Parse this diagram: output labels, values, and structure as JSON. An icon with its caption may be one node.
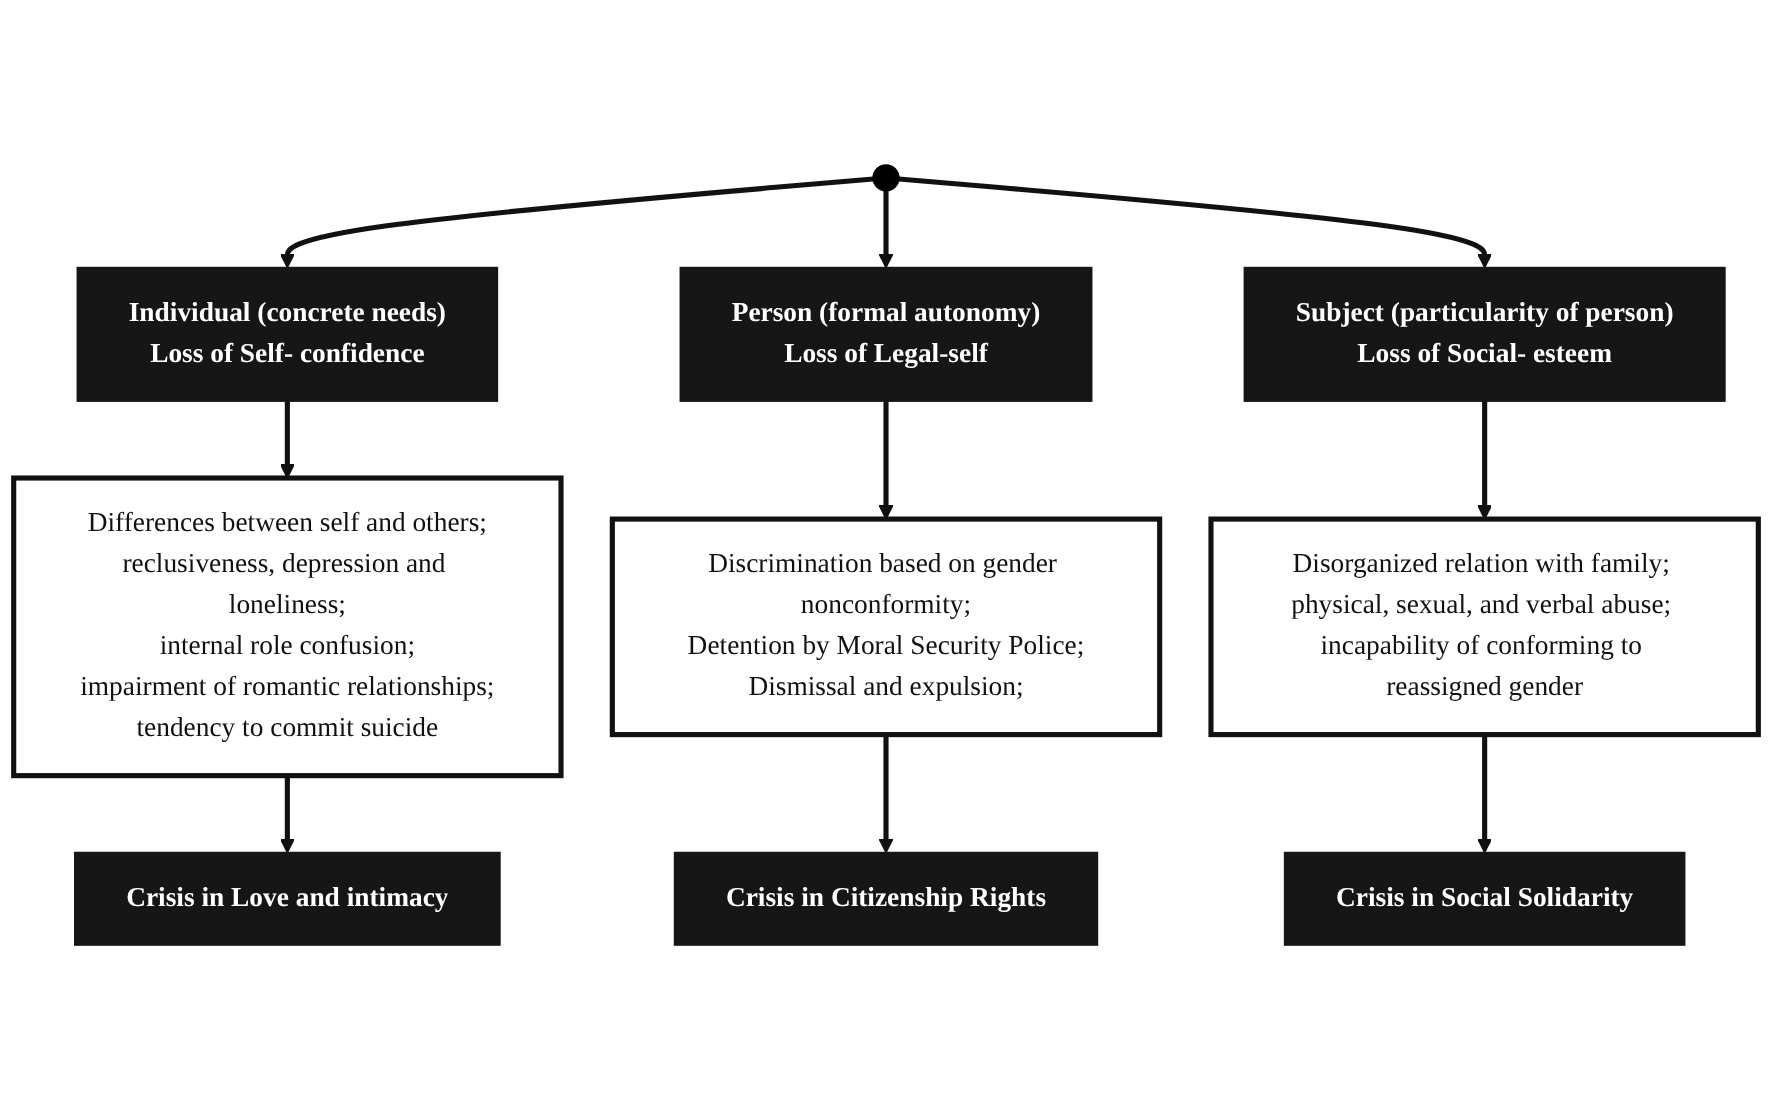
{
  "diagram": {
    "nodes": [
      {
        "text": [
          "Individual (concrete needs)",
          "Loss of Self- confidence"
        ]
      },
      {
        "text": [
          "Person (formal autonomy)",
          "Loss of Legal-self"
        ]
      },
      {
        "text": [
          "Subject (particularity of person)",
          "Loss of Social- esteem"
        ]
      },
      {
        "text": [
          "Differences between self and others;",
          "reclusiveness, depression and loneliness;",
          "internal role confusion;",
          "impairment of romantic relationships;",
          "tendency to commit suicide"
        ]
      },
      {
        "text": [
          "Discrimination based on gender nonconformity;",
          "Detention by Moral Security Police;",
          "Dismissal and expulsion;"
        ]
      },
      {
        "text": [
          "Disorganized relation with family; physical, sexual, and verbal abuse; incapability of conforming to reassigned gender"
        ]
      },
      {
        "text": [
          "Crisis in Love and intimacy"
        ]
      },
      {
        "text": [
          "Crisis in Citizenship Rights"
        ]
      },
      {
        "text": [
          "Crisis in Social Solidarity"
        ]
      }
    ],
    "edges": [
      {
        "from": null,
        "to": 0,
        "arrow": "to"
      },
      {
        "from": null,
        "to": 1,
        "arrow": "to"
      },
      {
        "from": null,
        "to": 2,
        "arrow": "to"
      },
      {
        "from": 0,
        "to": 3,
        "arrow": "to"
      },
      {
        "from": 1,
        "to": 4,
        "arrow": "to"
      },
      {
        "from": 2,
        "to": 5,
        "arrow": "to"
      },
      {
        "from": 3,
        "to": 6,
        "arrow": "to"
      },
      {
        "from": 4,
        "to": 7,
        "arrow": "to"
      },
      {
        "from": 5,
        "to": 8,
        "arrow": "to"
      }
    ]
  }
}
